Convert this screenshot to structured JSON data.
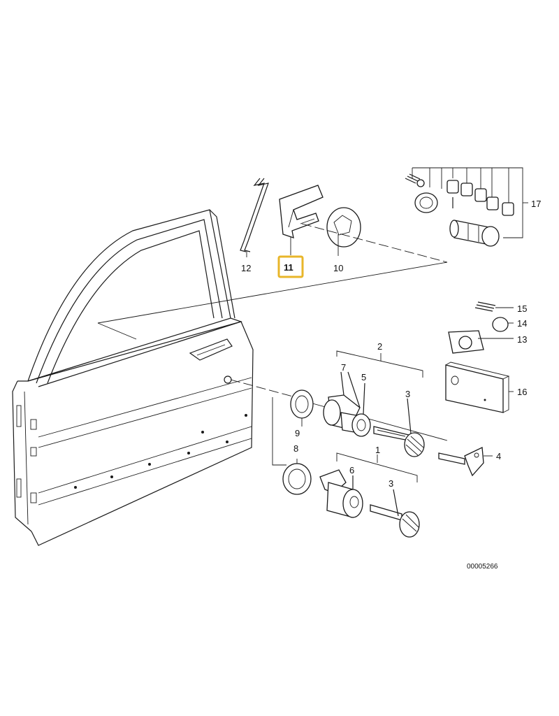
{
  "diagram": {
    "drawing_number": "00005266",
    "highlight_color": "#e8b62a",
    "highlighted_part": "11",
    "callouts": [
      {
        "id": "c12",
        "label": "12"
      },
      {
        "id": "c11",
        "label": "11"
      },
      {
        "id": "c10",
        "label": "10"
      },
      {
        "id": "c17",
        "label": "17"
      },
      {
        "id": "c15",
        "label": "15"
      },
      {
        "id": "c14",
        "label": "14"
      },
      {
        "id": "c13",
        "label": "13"
      },
      {
        "id": "c16",
        "label": "16"
      },
      {
        "id": "c2",
        "label": "2"
      },
      {
        "id": "c7",
        "label": "7"
      },
      {
        "id": "c5",
        "label": "5"
      },
      {
        "id": "c3a",
        "label": "3"
      },
      {
        "id": "c9",
        "label": "9"
      },
      {
        "id": "c4",
        "label": "4"
      },
      {
        "id": "c8",
        "label": "8"
      },
      {
        "id": "c1",
        "label": "1"
      },
      {
        "id": "c6",
        "label": "6"
      },
      {
        "id": "c3b",
        "label": "3"
      }
    ]
  }
}
